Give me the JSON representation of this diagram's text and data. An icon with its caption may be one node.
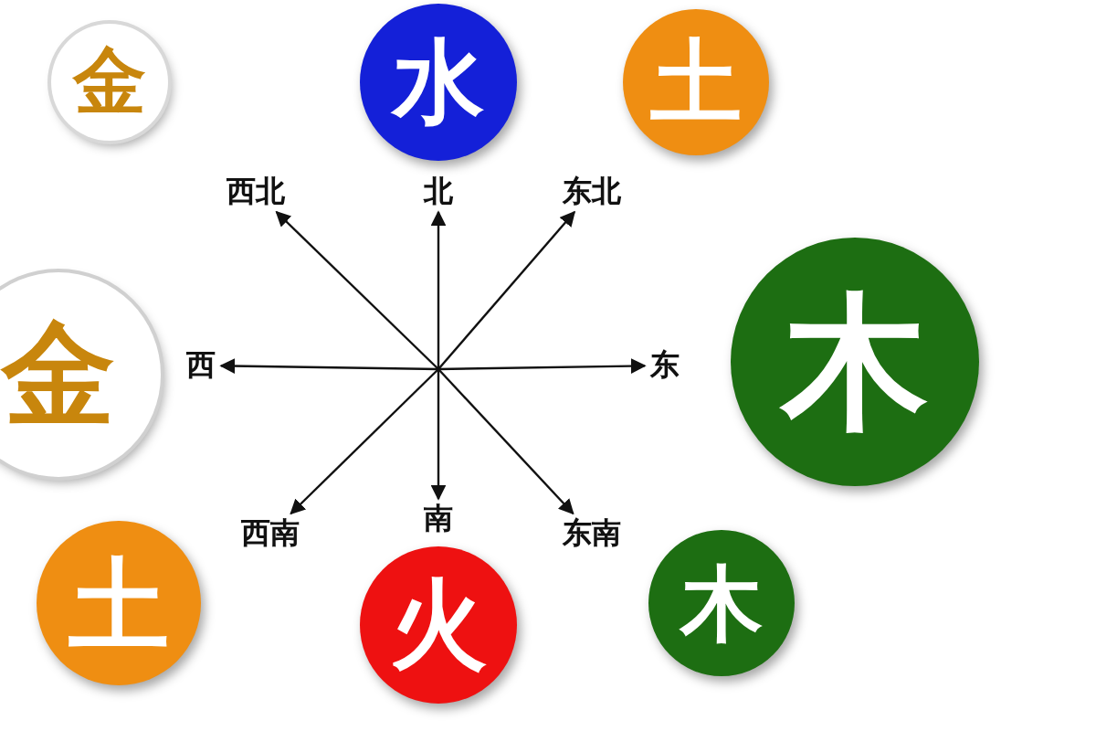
{
  "diagram": {
    "nodes": [
      {
        "text": [
          "金"
        ]
      },
      {
        "text": [
          "水"
        ]
      },
      {
        "text": [
          "土"
        ]
      },
      {
        "text": [
          "西北"
        ]
      },
      {
        "text": [
          "北"
        ]
      },
      {
        "text": [
          "东北"
        ]
      },
      {
        "text": [
          "金"
        ]
      },
      {
        "text": [
          "西"
        ]
      },
      {
        "text": [
          "东"
        ]
      },
      {
        "text": [
          "木"
        ]
      },
      {
        "text": [
          "西南"
        ]
      },
      {
        "text": [
          "南"
        ]
      },
      {
        "text": [
          "东南"
        ]
      },
      {
        "text": [
          "土"
        ]
      },
      {
        "text": [
          "火"
        ]
      },
      {
        "text": [
          "木"
        ]
      }
    ],
    "edges": [
      {
        "from": null,
        "to": 3,
        "arrow": "to"
      },
      {
        "from": null,
        "to": 4,
        "arrow": "to"
      },
      {
        "from": null,
        "to": 5,
        "arrow": "to"
      },
      {
        "from": null,
        "to": 7,
        "arrow": "to"
      },
      {
        "from": null,
        "to": 8,
        "arrow": "to"
      },
      {
        "from": null,
        "to": 10,
        "arrow": "to"
      },
      {
        "from": null,
        "to": 11,
        "arrow": "to"
      },
      {
        "from": null,
        "to": 12,
        "arrow": "to"
      }
    ]
  }
}
